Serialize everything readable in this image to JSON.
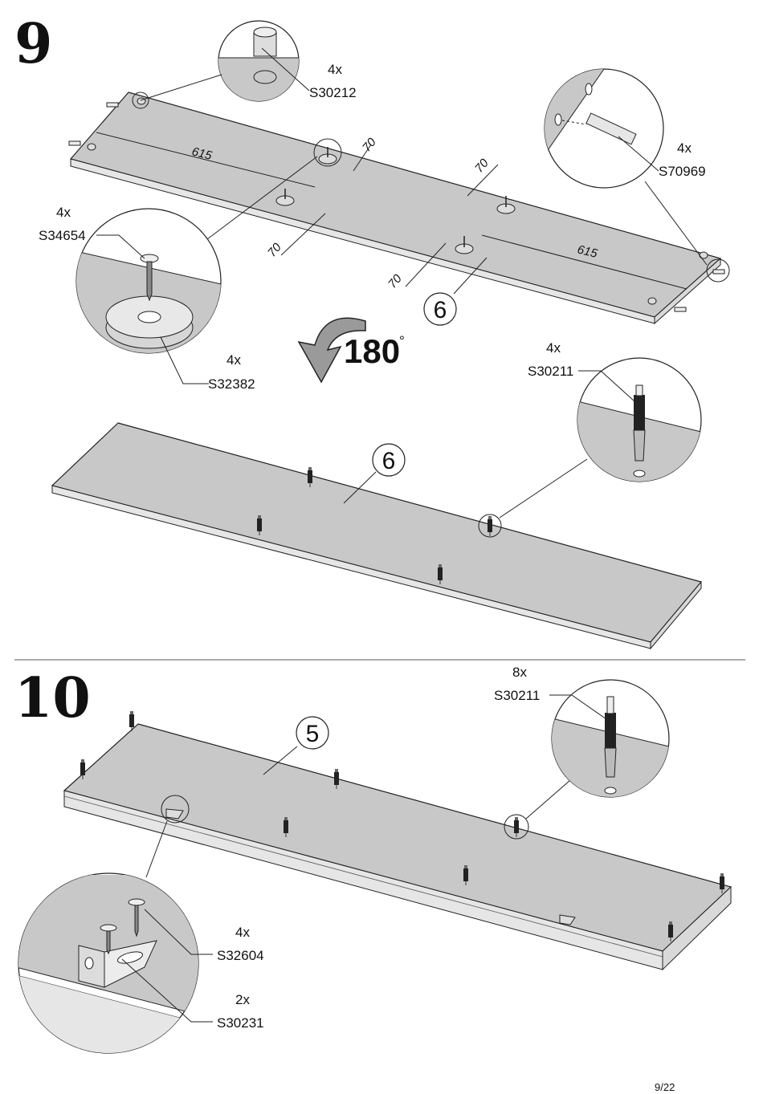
{
  "step9": {
    "number": "9",
    "rotation": "180",
    "rotation_unit": "°",
    "part_top": "6",
    "part_bottom": "6",
    "dims": {
      "a": "615",
      "b": "70",
      "c": "70",
      "d": "70",
      "e": "70",
      "f": "615"
    },
    "callouts": {
      "s30212": {
        "qty": "4x",
        "code": "S30212"
      },
      "s70969": {
        "qty": "4x",
        "code": "S70969"
      },
      "s34654": {
        "qty": "4x",
        "code": "S34654"
      },
      "s32382": {
        "qty": "4x",
        "code": "S32382"
      },
      "s30211": {
        "qty": "4x",
        "code": "S30211"
      }
    }
  },
  "step10": {
    "number": "10",
    "part": "5",
    "callouts": {
      "s30211": {
        "qty": "8x",
        "code": "S30211"
      },
      "s32604": {
        "qty": "4x",
        "code": "S32604"
      },
      "s30231": {
        "qty": "2x",
        "code": "S30231"
      }
    }
  },
  "page_number": "9/22"
}
